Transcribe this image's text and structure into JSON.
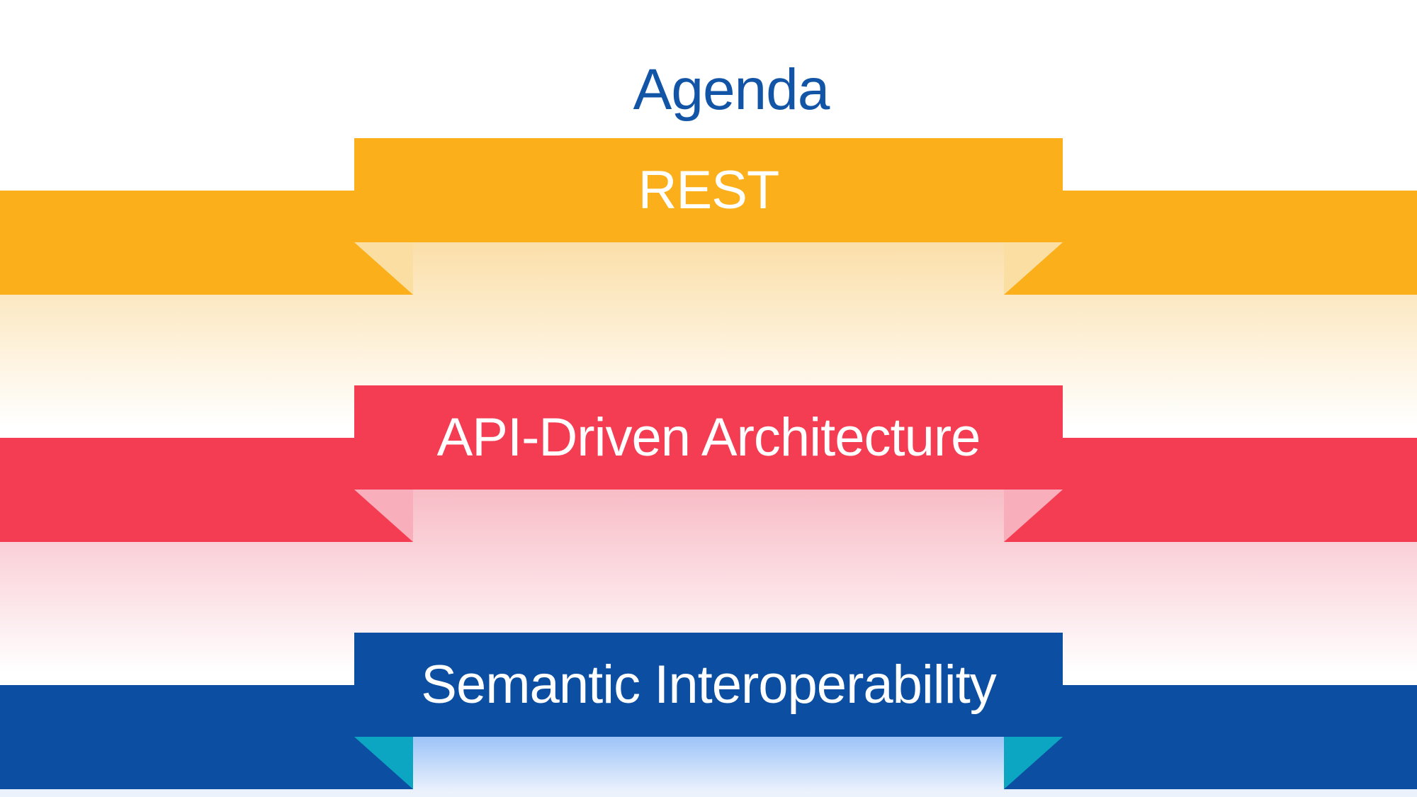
{
  "slide": {
    "title": "Agenda",
    "title_color": "#1254A6",
    "background_color": "#FFFFFF",
    "banner_text_color": "#FFFFFF",
    "items": [
      {
        "label": "REST",
        "color": "#FBB01B",
        "fold_color": "#FBDEA2",
        "trail_start": "#FBDFA9",
        "trail_end": "#FFFFFF"
      },
      {
        "label": "API-Driven Architecture",
        "color": "#F43D52",
        "fold_color": "#F9AEBC",
        "trail_start": "#F8BCC6",
        "trail_end": "#FFFFFF"
      },
      {
        "label": "Semantic Interoperability",
        "color": "#0B4EA2",
        "fold_color": "#0CA6C3",
        "trail_start": "#9CC3F8",
        "trail_end": "#ECF2FC"
      }
    ]
  }
}
